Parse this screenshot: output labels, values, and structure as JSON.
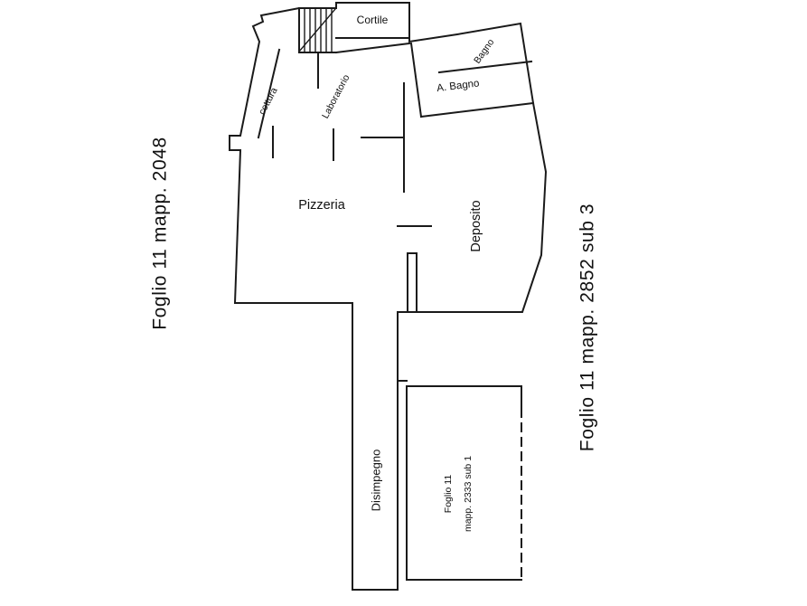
{
  "colors": {
    "background": "#ffffff",
    "line": "#1a1a1a",
    "text": "#111111"
  },
  "annotations": {
    "left_parcel": "Foglio 11 mapp. 2048",
    "right_parcel": "Foglio 11 mapp. 2852 sub 3"
  },
  "rooms": {
    "cortile": "Cortile",
    "bagno": "Bagno",
    "a_bagno": "A. Bagno",
    "laboratorio": "Laboratorio",
    "cottura": "cottura",
    "pizzeria": "Pizzeria",
    "deposito": "Deposito",
    "disimpegno": "Disimpegno"
  },
  "sub_parcel": {
    "line1": "Foglio 11",
    "line2": "mapp. 2333 sub 1"
  }
}
